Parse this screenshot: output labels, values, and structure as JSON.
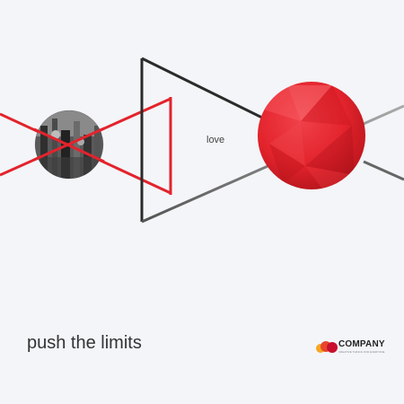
{
  "decor": {
    "word": "love",
    "tagline": "push the limits"
  },
  "logo": {
    "name": "COMPANY",
    "slogan": "CREATIVE THINGS FOR EVERYONE"
  },
  "colors": {
    "background": "#f3f5f8",
    "red": "#e3232c",
    "dark_line": "#2b2b2b",
    "gray_line": "#8a8a8a",
    "text": "#333333"
  },
  "icons": [
    "logo-mark-icon"
  ]
}
